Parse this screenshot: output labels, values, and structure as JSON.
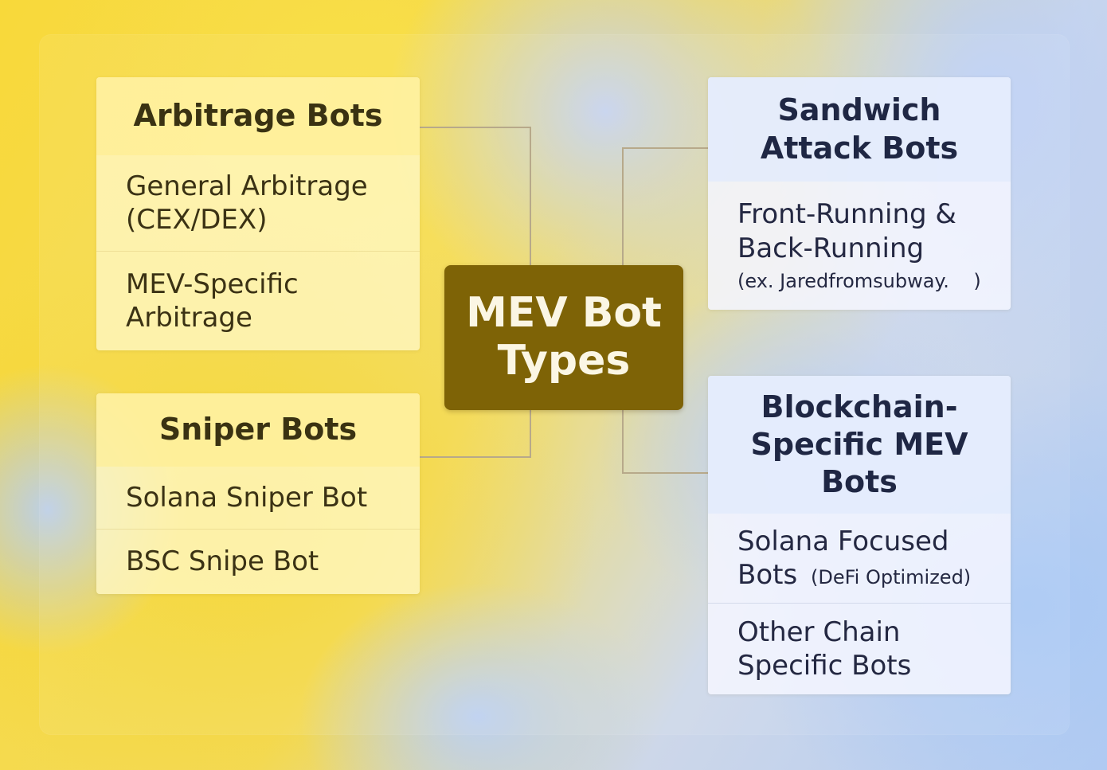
{
  "center": {
    "title_line1": "MEV Bot",
    "title_line2": "Types"
  },
  "arbitrage": {
    "title": "Arbitrage Bots",
    "items": [
      {
        "line1": "General Arbitrage",
        "line2": "(CEX/DEX)"
      },
      {
        "line1": "MEV-Specific",
        "line2": "Arbitrage"
      }
    ]
  },
  "sniper": {
    "title": "Sniper Bots",
    "items": [
      {
        "line1": "Solana Sniper Bot"
      },
      {
        "line1": "BSC Snipe Bot"
      }
    ]
  },
  "sandwich": {
    "title_line1": "Sandwich",
    "title_line2": "Attack Bots",
    "items": [
      {
        "line1": "Front-Running &",
        "line2": "Back-Running",
        "note": "(ex. Jaredfromsubway.    )"
      }
    ]
  },
  "blockchain": {
    "title_line1": "Blockchain-",
    "title_line2": "Specific MEV",
    "title_line3": "Bots",
    "items": [
      {
        "line1": "Solana Focused",
        "line2": "Bots",
        "note": "(DeFi Optimized)"
      },
      {
        "line1": "Other Chain",
        "line2": "Specific Bots"
      }
    ]
  },
  "colors": {
    "center_fill": "#7e6306",
    "center_text": "#fbf6e4",
    "connector": "#b7a98a"
  }
}
